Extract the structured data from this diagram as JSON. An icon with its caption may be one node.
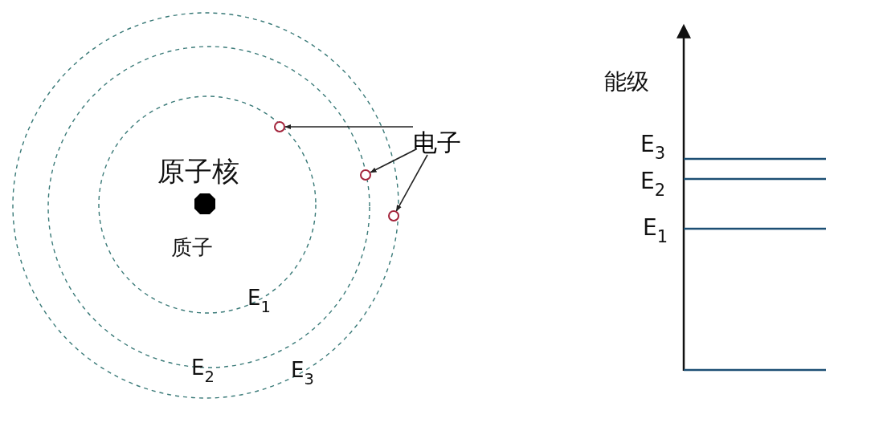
{
  "diagram": {
    "nodes": [
      {
        "text": [
          "电子"
        ]
      },
      {
        "text": [],
        "shape": "circle"
      },
      {
        "text": [],
        "shape": "circle"
      },
      {
        "text": [],
        "shape": "circle"
      }
    ],
    "edges": [
      {
        "from": 0,
        "to": 1,
        "arrow": "to"
      },
      {
        "from": 0,
        "to": 2,
        "arrow": "to"
      },
      {
        "from": 0,
        "to": 3,
        "arrow": "to"
      }
    ],
    "labels": [
      "原子核",
      "质子",
      "E$_{1}$",
      "E$_{2}$",
      "E$_{3}$",
      "能级",
      "E$_{3}$",
      "E$_{2}$",
      "E$_{1}$"
    ]
  }
}
